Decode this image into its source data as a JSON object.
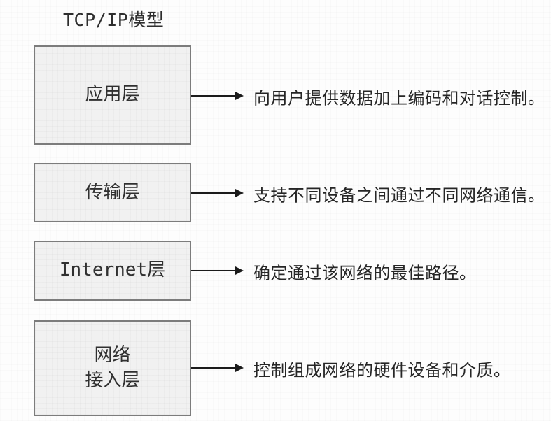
{
  "title": "TCP/IP模型",
  "colors": {
    "page_background": "#fdfdfd",
    "box_fill": "#f1f1f1",
    "box_border": "#7c7c7c",
    "arrow": "#1b1b1b",
    "text": "#2a2a2a"
  },
  "layers": [
    {
      "label": "应用层",
      "description": "向用户提供数据加上编码和对话控制。"
    },
    {
      "label": "传输层",
      "description": "支持不同设备之间通过不同网络通信。"
    },
    {
      "label": "Internet层",
      "description": "确定通过该网络的最佳路径。"
    },
    {
      "label": "网络\n接入层",
      "description": "控制组成网络的硬件设备和介质。"
    }
  ]
}
